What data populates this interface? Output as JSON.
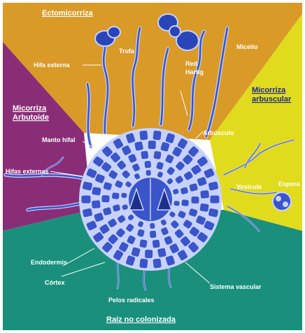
{
  "sectors": {
    "ectomicorriza": {
      "title": "Ectomicorriza",
      "color": "#d99a28"
    },
    "arbutoide": {
      "title_line1": "Micorriza",
      "title_line2": "Arbutoide",
      "color": "#8a2d77"
    },
    "arbuscular": {
      "title_line1": "Micorriza",
      "title_line2": "arbuscular",
      "color": "#e1db1e"
    },
    "no_colonizada": {
      "title": "Raíz no colonizada",
      "color": "#1a8f7c"
    }
  },
  "labels": {
    "trufa": "Trufa",
    "hifa_externa": "Hifa externa",
    "red_hartig_1": "Red",
    "red_hartig_2": "Hartig",
    "micelio": "Micelio",
    "manto_hifal": "Manto hifal",
    "hifas_externas": "Hifas externas",
    "arbusculo": "Arbúsculo",
    "vesicula": "Vesícula",
    "espora": "Espora",
    "endodermis": "Endodermis",
    "cortex": "Córtex",
    "pelos_radicales": "Pelos radicales",
    "sistema_vascular": "Sistema vascular"
  },
  "colors": {
    "root_cell": "#3a55c9",
    "cell_outline": "#c8d2ff",
    "background": "#ffffff"
  }
}
